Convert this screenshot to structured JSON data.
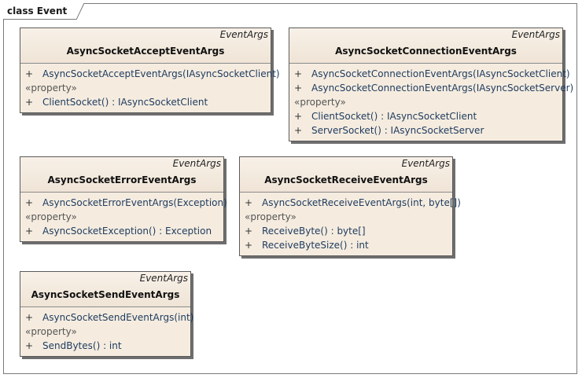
{
  "frame": {
    "label": "class  Event"
  },
  "classes": [
    {
      "stereotype": "EventArgs",
      "name": "AsyncSocketAcceptEventArgs",
      "constructors": [
        {
          "visibility": "+",
          "text": "AsyncSocketAcceptEventArgs(IAsyncSocketClient)"
        }
      ],
      "property_label": "«property»",
      "properties": [
        {
          "visibility": "+",
          "text": "ClientSocket() : IAsyncSocketClient"
        }
      ]
    },
    {
      "stereotype": "EventArgs",
      "name": "AsyncSocketConnectionEventArgs",
      "constructors": [
        {
          "visibility": "+",
          "text": "AsyncSocketConnectionEventArgs(IAsyncSocketClient)"
        },
        {
          "visibility": "+",
          "text": "AsyncSocketConnectionEventArgs(IAsyncSocketServer)"
        }
      ],
      "property_label": "«property»",
      "properties": [
        {
          "visibility": "+",
          "text": "ClientSocket() : IAsyncSocketClient"
        },
        {
          "visibility": "+",
          "text": "ServerSocket() : IAsyncSocketServer"
        }
      ]
    },
    {
      "stereotype": "EventArgs",
      "name": "AsyncSocketErrorEventArgs",
      "constructors": [
        {
          "visibility": "+",
          "text": "AsyncSocketErrorEventArgs(Exception)"
        }
      ],
      "property_label": "«property»",
      "properties": [
        {
          "visibility": "+",
          "text": "AsyncSocketException() : Exception"
        }
      ]
    },
    {
      "stereotype": "EventArgs",
      "name": "AsyncSocketReceiveEventArgs",
      "constructors": [
        {
          "visibility": "+",
          "text": "AsyncSocketReceiveEventArgs(int, byte[])"
        }
      ],
      "property_label": "«property»",
      "properties": [
        {
          "visibility": "+",
          "text": "ReceiveByte() : byte[]"
        },
        {
          "visibility": "+",
          "text": "ReceiveByteSize() : int"
        }
      ]
    },
    {
      "stereotype": "EventArgs",
      "name": "AsyncSocketSendEventArgs",
      "constructors": [
        {
          "visibility": "+",
          "text": "AsyncSocketSendEventArgs(int)"
        }
      ],
      "property_label": "«property»",
      "properties": [
        {
          "visibility": "+",
          "text": "SendBytes() : int"
        }
      ]
    }
  ]
}
